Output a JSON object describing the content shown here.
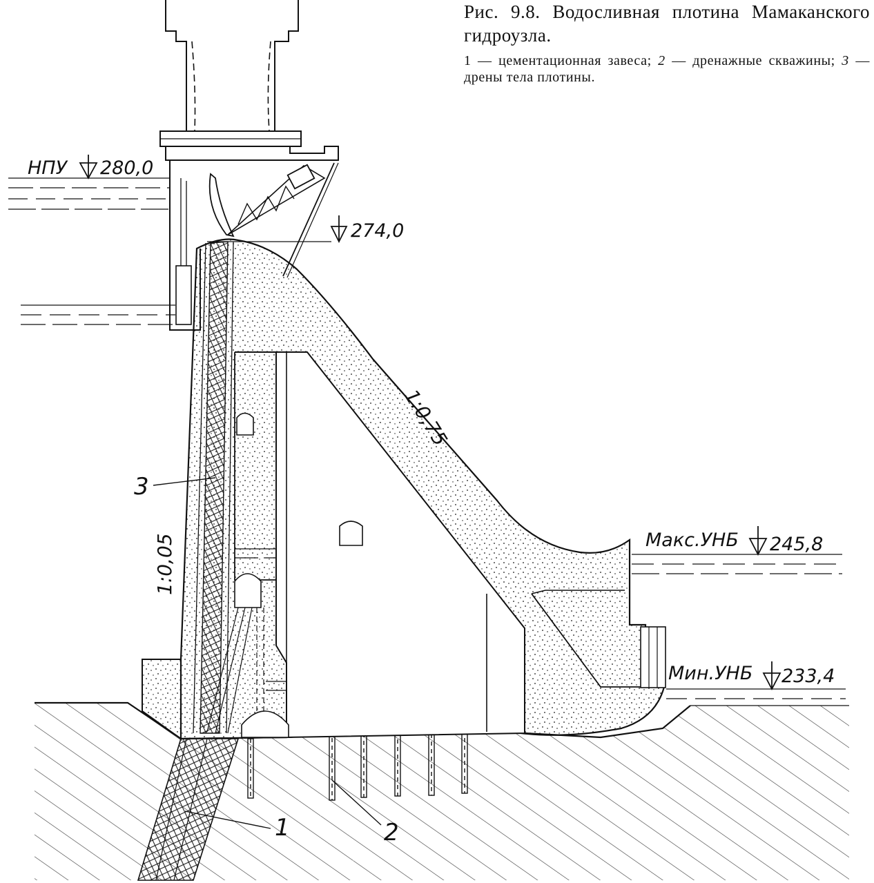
{
  "caption": {
    "title": "Рис. 9.8. Водосливная плотина Мамаканского гидроузла.",
    "legend": [
      {
        "num": "1",
        "text": "цементационная завеса;"
      },
      {
        "num": "2",
        "text": "дренажные скважины;"
      },
      {
        "num": "3",
        "text": "дрены тела плотины."
      }
    ],
    "dash": "—"
  },
  "levels": {
    "npu_label": "НПУ",
    "npu_value": "280,0",
    "crest_value": "274,0",
    "max_unb_label": "Макс.УНБ",
    "max_unb_value": "245,8",
    "min_unb_label": "Мин.УНБ",
    "min_unb_value": "233,4"
  },
  "slopes": {
    "downstream": "1:0,75",
    "upstream": "1:0,05"
  },
  "callouts": {
    "grout_curtain": "1",
    "drainage_wells": "2",
    "body_drains": "3"
  },
  "colors": {
    "ink": "#111111",
    "paper": "#ffffff"
  }
}
